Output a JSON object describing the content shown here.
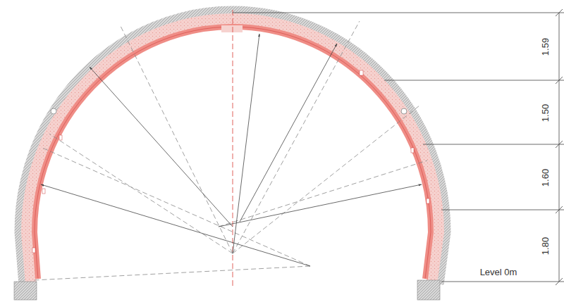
{
  "diagram": {
    "labels": [
      "1.59",
      "1.50",
      "1.60",
      "1.80",
      "Level 0m"
    ]
  }
}
